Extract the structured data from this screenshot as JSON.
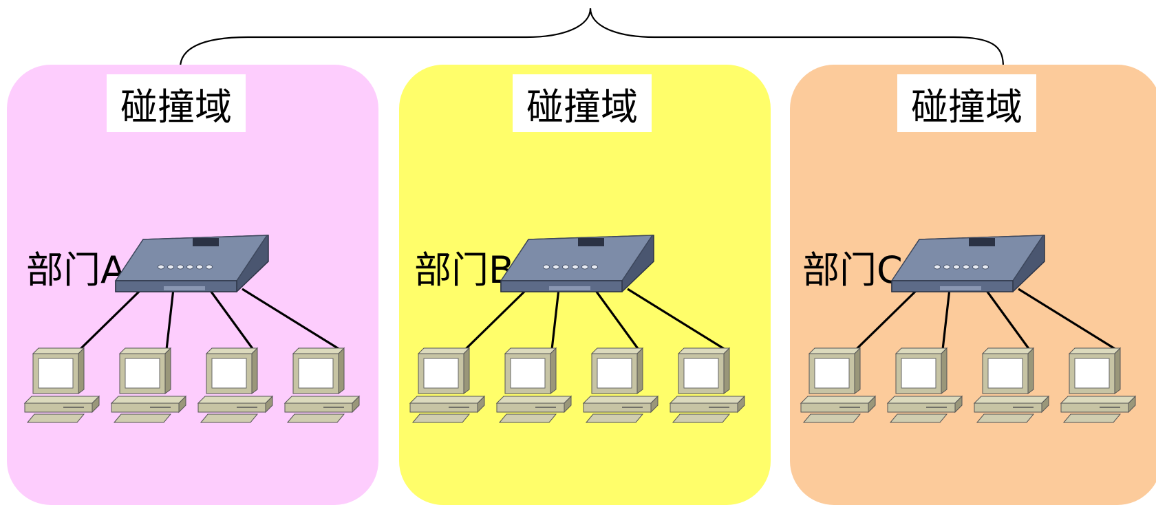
{
  "diagram": {
    "colors": {
      "domain_a": "#fdcdfd",
      "domain_b": "#fffe6a",
      "domain_c": "#fccb9b",
      "switch_body": "#7d8ca8",
      "computer_body": "#c7c4a4"
    },
    "domains": [
      {
        "title": "碰撞域",
        "department": "部门A",
        "computers": 4
      },
      {
        "title": "碰撞域",
        "department": "部门B",
        "computers": 4
      },
      {
        "title": "碰撞域",
        "department": "部门C",
        "computers": 4
      }
    ]
  }
}
